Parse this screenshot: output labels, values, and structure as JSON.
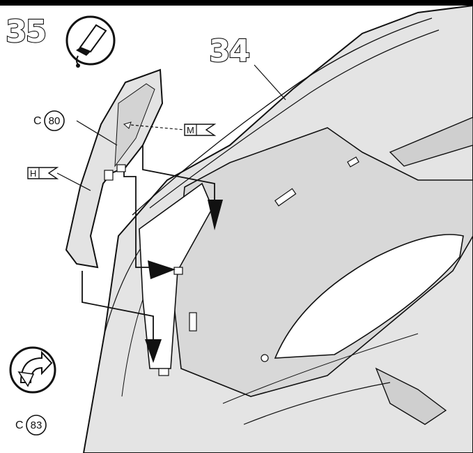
{
  "step": {
    "current": "35",
    "reference": "34"
  },
  "icons": {
    "top": "glue-tube-icon",
    "bottom": "rotate-arrow-icon"
  },
  "callouts": {
    "c80": {
      "prefix": "C",
      "number": "80"
    },
    "c83": {
      "prefix": "C",
      "number": "83"
    },
    "flag_m": "M",
    "flag_h": "H"
  },
  "colors": {
    "part_fill": "#e3e3e3",
    "part_shadow": "#c9c9c9",
    "line": "#111111",
    "background": "#ffffff"
  }
}
